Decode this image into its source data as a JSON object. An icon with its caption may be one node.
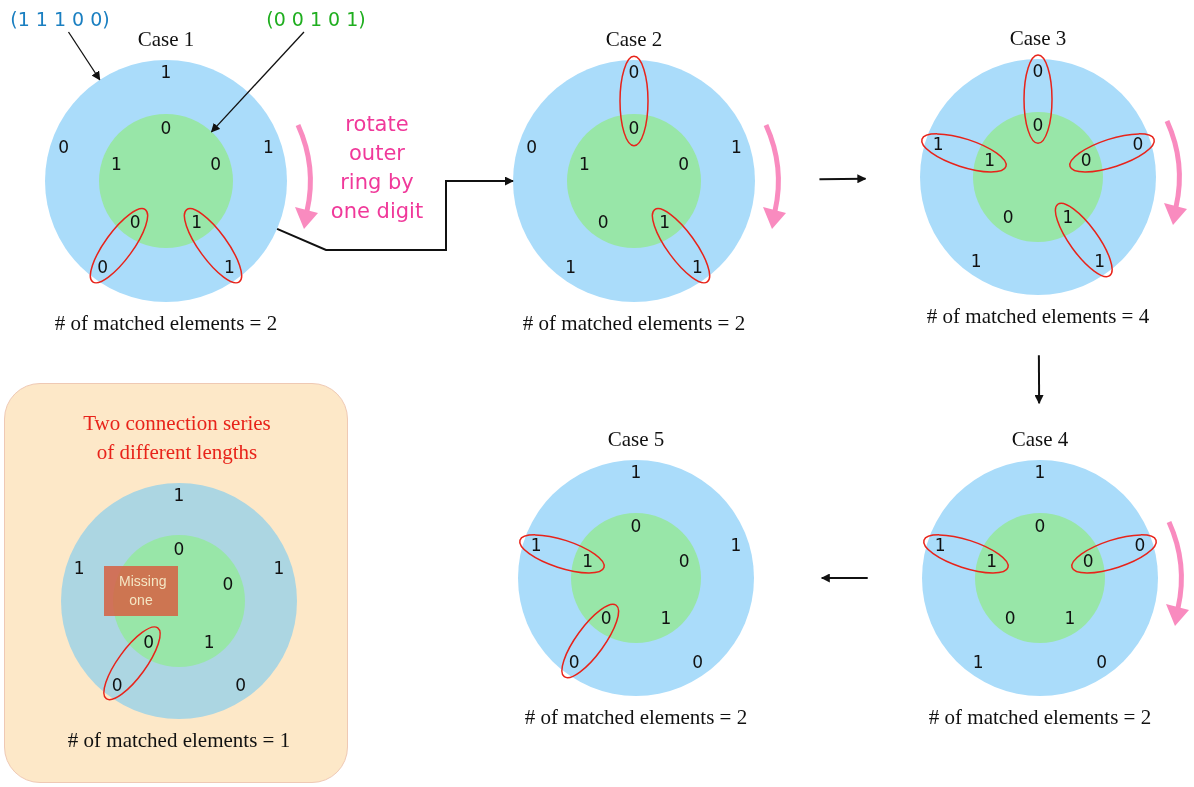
{
  "diagram": {
    "nodes": [
      {
        "text": [
          "(1 1 1 0 0)"
        ]
      },
      {
        "text": [
          "(0 0 1 0 1)"
        ]
      },
      {
        "text": [
          "Case 1",
          "1",
          "1",
          "1",
          "0",
          "0"
        ],
        "beside": [
          "# of matched elements = 2"
        ]
      },
      {
        "text": [
          "0",
          "0",
          "1",
          "0",
          "1"
        ],
        "in": 2
      },
      {
        "text": [
          "Case 2",
          "0",
          "1",
          "1",
          "1",
          "0"
        ],
        "beside": [
          "# of matched elements = 2"
        ]
      },
      {
        "text": [
          "0",
          "0",
          "1",
          "0",
          "1"
        ],
        "in": 4
      },
      {
        "text": [
          "Case 3",
          "0",
          "0",
          "1",
          "1",
          "1"
        ],
        "beside": [
          "# of matched elements = 4"
        ]
      },
      {
        "text": [
          "0",
          "0",
          "1",
          "0",
          "1"
        ],
        "in": 6
      },
      {
        "text": [
          "Two connection series of different lengths"
        ]
      },
      {
        "text": [
          "1",
          "1",
          "0",
          "0",
          "1"
        ],
        "in": 8,
        "beside": [
          "# of matched elements = 1"
        ]
      },
      {
        "text": [
          "0",
          "0",
          "1",
          "0"
        ],
        "in": 9
      },
      {
        "text": [
          "Missing one"
        ],
        "in": 9
      },
      {
        "text": [
          "Case 5",
          "1",
          "1",
          "0",
          "0",
          "1"
        ],
        "beside": [
          "# of matched elements = 2"
        ]
      },
      {
        "text": [
          "0",
          "0",
          "1",
          "0",
          "1"
        ],
        "in": 12
      },
      {
        "text": [
          "Case 4",
          "1",
          "0",
          "0",
          "1",
          "1"
        ],
        "beside": [
          "# of matched elements = 2"
        ]
      },
      {
        "text": [
          "0",
          "0",
          "1",
          "0",
          "1"
        ],
        "in": 14
      }
    ],
    "edges": [
      {
        "from": 0,
        "to": 2,
        "arrow": "to"
      },
      {
        "from": 1,
        "to": 3,
        "arrow": "to"
      },
      {
        "from": 2,
        "to": 4,
        "arrow": "to"
      },
      {
        "from": 4,
        "to": 6,
        "arrow": "to"
      },
      {
        "from": 6,
        "to": 14,
        "arrow": "to"
      },
      {
        "from": 14,
        "to": 12,
        "arrow": "to"
      }
    ],
    "labels": [
      "rotate outer ring by one digit"
    ]
  }
}
